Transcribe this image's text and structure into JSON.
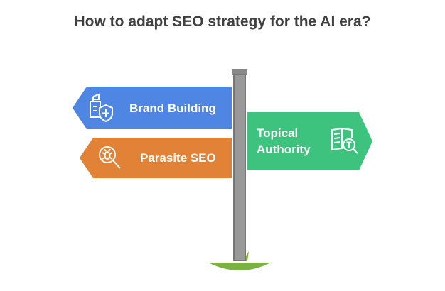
{
  "title": "How to adapt SEO strategy for the AI era?",
  "signs": [
    {
      "label": "Brand Building",
      "icon": "building-shield-icon",
      "color": "#4f86e3",
      "direction": "left"
    },
    {
      "label": "Parasite SEO",
      "icon": "bug-magnifier-icon",
      "color": "#e28236",
      "direction": "left"
    },
    {
      "label_lines": [
        "Topical",
        "Authority"
      ],
      "icon": "book-search-icon",
      "color": "#3dc37e",
      "direction": "right"
    }
  ],
  "colors": {
    "pole": "#999999",
    "pole_cap": "#888888",
    "grass": "#7ab344",
    "title": "#404040"
  }
}
